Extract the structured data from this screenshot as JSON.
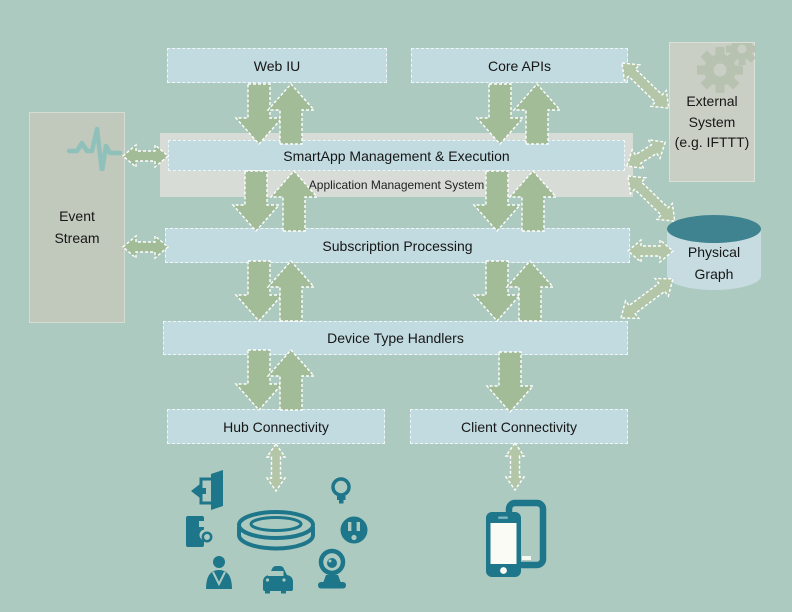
{
  "colors": {
    "background": "#adcac1",
    "bar_fill": "#c2dbe0",
    "band_fill": "#d8dcd7",
    "event_stream_fill": "#c1c8bc",
    "external_fill": "#cacfc5",
    "arrow_green": "#a3bc98",
    "arrow_green_light": "#b3c7a8",
    "icon_teal": "#1d7689",
    "pulse_teal": "#8fc0b9",
    "gear_green": "#b8c2b1",
    "cylinder_top": "#3e838f",
    "cylinder_body": "#c6dce1",
    "text": "#161616"
  },
  "nodes": {
    "web_ui": {
      "label": "Web IU"
    },
    "core_apis": {
      "label": "Core APIs"
    },
    "smartapp_management": {
      "label": "SmartApp Management & Execution"
    },
    "application_management": {
      "label": "Application Management System"
    },
    "subscription_processing": {
      "label": "Subscription Processing"
    },
    "device_type_handlers": {
      "label": "Device Type Handlers"
    },
    "hub_connectivity": {
      "label": "Hub Connectivity"
    },
    "client_connectivity": {
      "label": "Client Connectivity"
    },
    "event_stream": {
      "line1": "Event",
      "line2": "Stream"
    },
    "external_system": {
      "line1": "External",
      "line2": "System",
      "line3": "(e.g. IFTTT)"
    },
    "physical_graph": {
      "line1": "Physical",
      "line2": "Graph"
    }
  },
  "icons": {
    "event_stream": "pulse-icon",
    "external_system": "gears-icon",
    "physical_graph": "database-cylinder-icon",
    "hub_devices": [
      "exit-door-icon",
      "light-bulb-icon",
      "appliance-icon",
      "smart-hub-icon",
      "power-outlet-icon",
      "person-icon",
      "car-icon",
      "camera-icon"
    ],
    "client_devices": [
      "smartphones-icon"
    ]
  }
}
